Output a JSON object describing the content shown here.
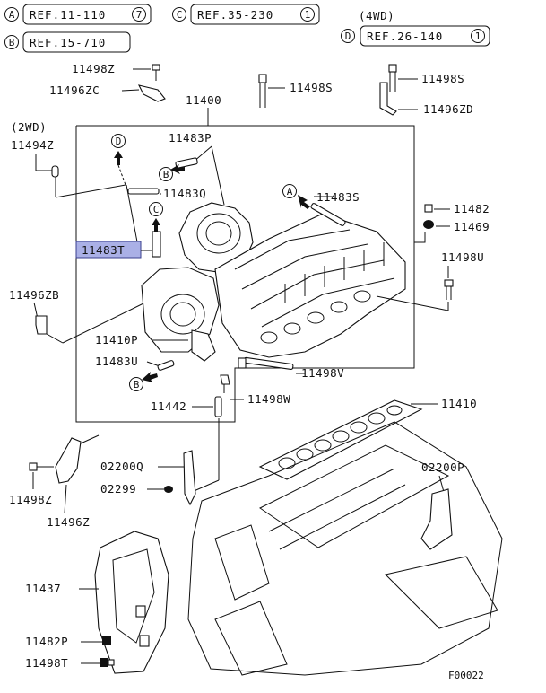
{
  "refs": [
    {
      "letter": "A",
      "text": "REF.11-110",
      "num": "7"
    },
    {
      "letter": "C",
      "text": "REF.35-230",
      "num": "1"
    },
    {
      "letter": "B",
      "text": "REF.15-710",
      "num": ""
    },
    {
      "letter": "D",
      "text": "REF.26-140",
      "num": "1"
    }
  ],
  "notes": {
    "four_wd": "(4WD)",
    "two_wd": "(2WD)"
  },
  "marker_letters": {
    "a": "A",
    "b": "B",
    "c": "C",
    "d": "D"
  },
  "parts": {
    "p11498Z_top": "11498Z",
    "p11496ZC": "11496ZC",
    "p11400": "11400",
    "p11498S_a": "11498S",
    "p11498S_b": "11498S",
    "p11496ZD": "11496ZD",
    "p11494Z": "11494Z",
    "p11483P": "11483P",
    "p11483Q": "11483Q",
    "p11483S": "11483S",
    "p11483T": "11483T",
    "p11482": "11482",
    "p11469": "11469",
    "p11498U": "11498U",
    "p11496ZB": "11496ZB",
    "p11410P": "11410P",
    "p11483U": "11483U",
    "p11498V": "11498V",
    "p11498W": "11498W",
    "p11442": "11442",
    "p11410": "11410",
    "p02200Q": "02200Q",
    "p02299": "02299",
    "p02200P": "02200P",
    "p11498Z_bot": "11498Z",
    "p11496Z": "11496Z",
    "p11437": "11437",
    "p11482P": "11482P",
    "p11498T": "11498T"
  },
  "figure_code": "F00022",
  "colors": {
    "highlight": "#aab0e6",
    "ink": "#111111"
  }
}
